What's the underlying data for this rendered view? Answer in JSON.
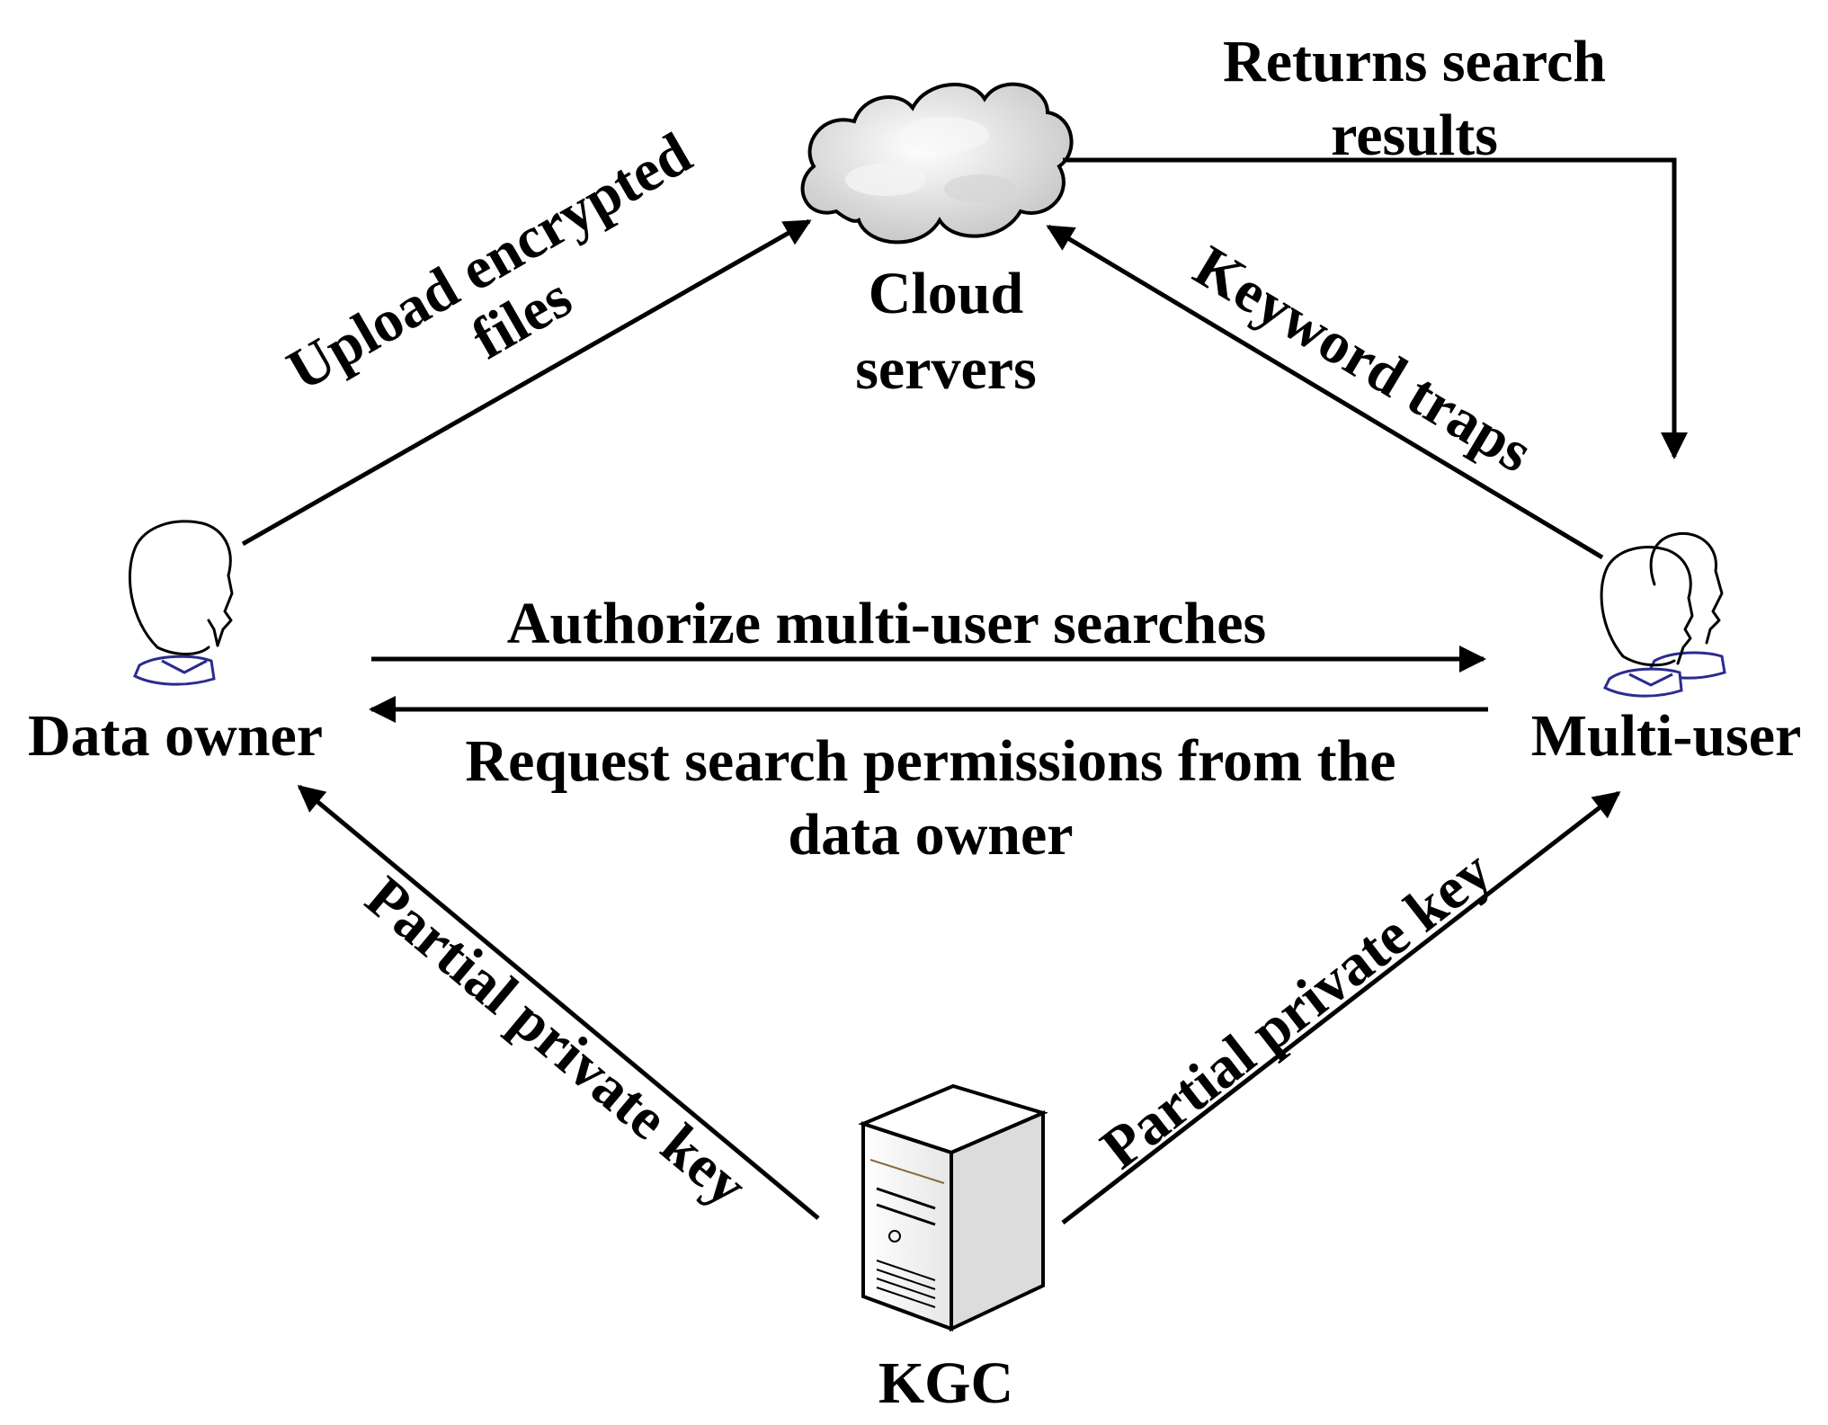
{
  "nodes": {
    "cloud": {
      "line1": "Cloud",
      "line2": "servers"
    },
    "data_owner": {
      "label": "Data owner"
    },
    "multi_user": {
      "label": "Multi-user"
    },
    "kgc": {
      "label": "KGC"
    }
  },
  "edges": {
    "upload": {
      "line1": "Upload encrypted",
      "line2": "files"
    },
    "returns": {
      "line1": "Returns search",
      "line2": "results"
    },
    "keyword": {
      "label": "Keyword traps"
    },
    "authorize": {
      "label": "Authorize multi-user searches"
    },
    "request": {
      "line1": "Request search permissions from the",
      "line2": "data owner"
    },
    "partial_left": {
      "label": "Partial private key"
    },
    "partial_right": {
      "label": "Partial private key"
    }
  },
  "colors": {
    "ink": "#000000",
    "collar": "#2b2b8f",
    "cloud": "#e4e4e4",
    "server": "#f2f2f2"
  },
  "icons": {
    "cloud": "cloud-icon",
    "data_owner": "person-icon",
    "multi_user": "people-icon",
    "kgc": "server-icon"
  }
}
